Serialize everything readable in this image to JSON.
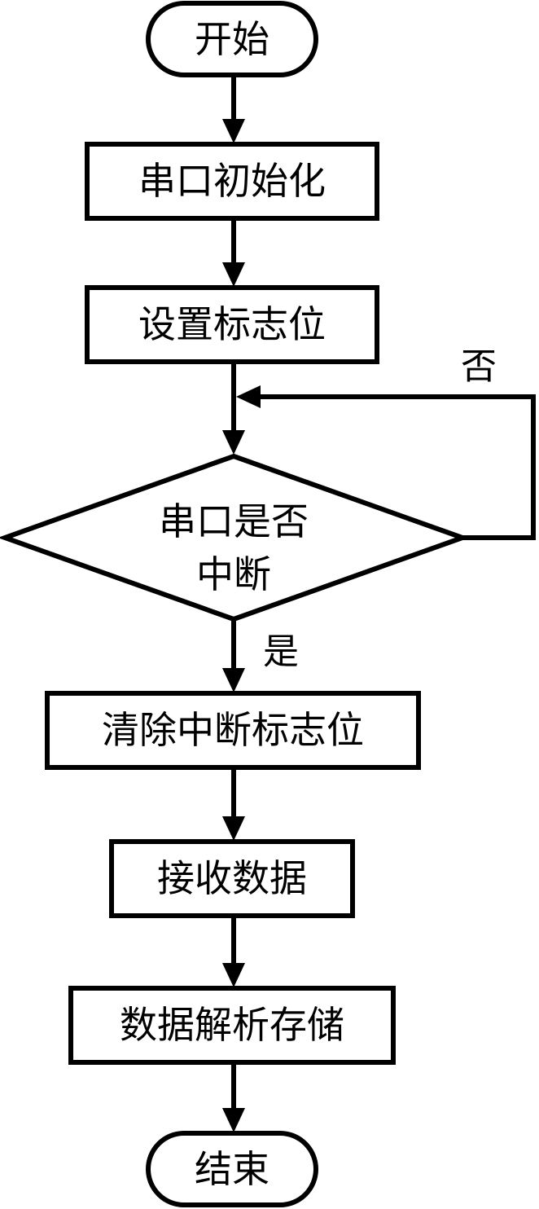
{
  "flowchart": {
    "nodes": {
      "start": {
        "label": "开始"
      },
      "serial_init": {
        "label": "串口初始化"
      },
      "set_flag": {
        "label": "设置标志位"
      },
      "decision": {
        "line1": "串口是否",
        "line2": "中断"
      },
      "clear_flag": {
        "label": "清除中断标志位"
      },
      "receive": {
        "label": "接收数据"
      },
      "parse_store": {
        "label": "数据解析存储"
      },
      "end": {
        "label": "结束"
      }
    },
    "branches": {
      "no": "否",
      "yes": "是"
    }
  },
  "colors": {
    "stroke": "#000000",
    "fill": "#ffffff",
    "text": "#000000"
  }
}
